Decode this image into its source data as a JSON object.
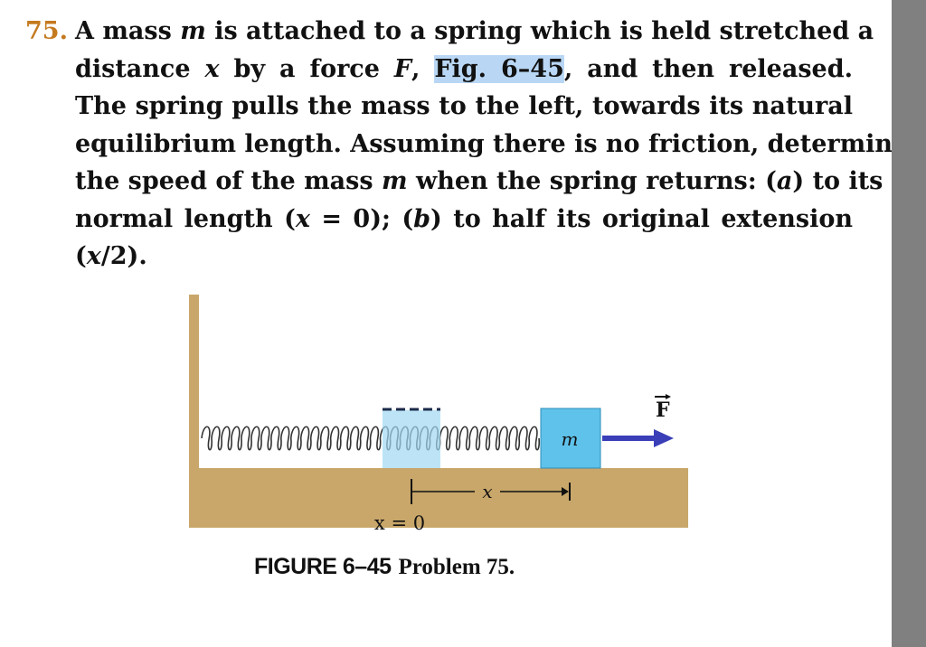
{
  "problem": {
    "number": "75.",
    "lines": [
      {
        "segments": [
          "A mass ",
          "m",
          " is attached to a spring which is held stretched a"
        ]
      },
      {
        "segments": [
          "distance ",
          "x",
          " by a force ",
          "F",
          ", ",
          "Fig. 6–45",
          ", and then released."
        ]
      },
      {
        "segments": [
          "The spring pulls the mass to the left, towards its natural"
        ]
      },
      {
        "segments": [
          "equilibrium length. Assuming there is no friction, determine"
        ]
      },
      {
        "segments": [
          "the speed of the mass ",
          "m",
          " when the spring returns: (",
          "a",
          ") to its"
        ]
      },
      {
        "segments": [
          "normal length (",
          "x",
          " = 0); (",
          "b",
          ") to half its original extension"
        ]
      },
      {
        "segments": [
          "(",
          "x",
          "/2)."
        ]
      }
    ]
  },
  "figure": {
    "mass_label": "m",
    "force_label": "F",
    "displacement_label": "x",
    "origin_label": "x = 0"
  },
  "caption": {
    "label": "FIGURE 6–45",
    "text": "Problem 75."
  },
  "colors": {
    "wall": "#c9a76a",
    "floor": "#c9a76a",
    "mass_block": "#5fc2ea",
    "force_arrow": "#3a3fb8",
    "highlight": "#b9d7f5",
    "problem_number": "#c47a1f",
    "scrollbar": "#808080"
  }
}
